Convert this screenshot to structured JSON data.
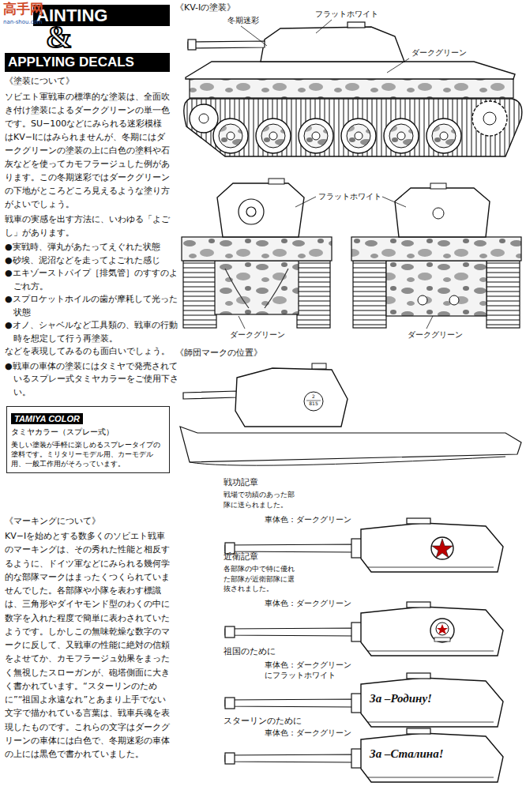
{
  "diagram": {
    "nodes": [
      {
        "text": [
          "AINTING"
        ]
      },
      {
        "text": [
          "APPLYING DECALS"
        ]
      },
      {
        "text": [
          "TAMIYA COLOR",
          "タミヤカラー（スプレー式）",
          "美しい塗装が手軽に楽しめるスプレータイプの塗料です。ミリタリーモデル用、カーモデル用、一般工作用がそろっています。"
        ]
      }
    ],
    "labels": [
      "高手网",
      "nan-shou.com",
      "&",
      "《塗装について》",
      "ソビエト軍戦車の標準的な塗装は、全面吹き付け塗装によるダークグリーンの単一色です。SU−100などにみられる迷彩模様はKV−Iにはみられませんが、冬期にはダークグリーンの塗装の上に白色の塗料や石灰などを使ってカモフラージュした例があります。この冬期迷彩ではダークグリーンの下地がところどころ見えるような塗り方がよいでしょう。",
      "戦車の実感を出す方法に、いわゆる「よごし」があります。",
      "●実戦時、弾丸があたってえぐれた状態",
      "●砂埃、泥沼などを走ってよごれた感じ",
      "●エキゾーストパイプ［排気管］のすすのよごれ方。",
      "●スプロケットホイルの歯が摩耗して光った状態",
      "●オノ、シャベルなど工具類の、戦車の行動時を想定して行う再塗装。",
      "などを表現してみるのも面白いでしょう。",
      "●戦車の車体の塗装にはタミヤで発売されているスプレー式タミヤカラーをご使用下さい。",
      "《マーキングについて》",
      "KV−Iを始めとする数多くのソビエト戦車のマーキングは、その秀れた性能と相反するように、ドイツ軍などにみられる幾何学的な部隊マークはまったくつくられていませんでした。各部隊や小隊を表わす標識は、三角形やダイヤモンド型のわくの中に数字を入れた程度で簡単に表わされていたようです。しかしこの無味乾燥な数字のマークに反して、又戦車の性能に絶対の信頼をよせてか、カモフラージュ効果をまったく無視したスローガンが、砲塔側面に大きく書かれています。“スターリンのために”“祖国よ永遠なれ”とあまり上手でない文字で描かれている言葉は、戦車兵魂を表現したものです。これらの文字はダークグリーンの車体には白色で、冬期迷彩の車体の上には黒色で書かれていました。",
      "《KV-Iの塗装》",
      "冬期迷彩",
      "フラットホワイト",
      "ダークグリーン",
      "フラットホワイト",
      "ダークグリーン",
      "ダークグリーン",
      "《師団マークの位置》",
      "2",
      "815",
      "戦功記章",
      "戦場で功績のあった部隊に送られました。",
      "車体色：ダークグリーン",
      "近衛記章",
      "各部隊の中で特に優れた部隊が近衛部隊に選抜されました。",
      "車体色：ダークグリーン",
      "祖国のために",
      "車体色：ダークグリーン にフラットホワイト",
      "За –Родину!",
      "スターリンのために",
      "車体色：ダークグリーン",
      "За –Сталина!"
    ]
  }
}
